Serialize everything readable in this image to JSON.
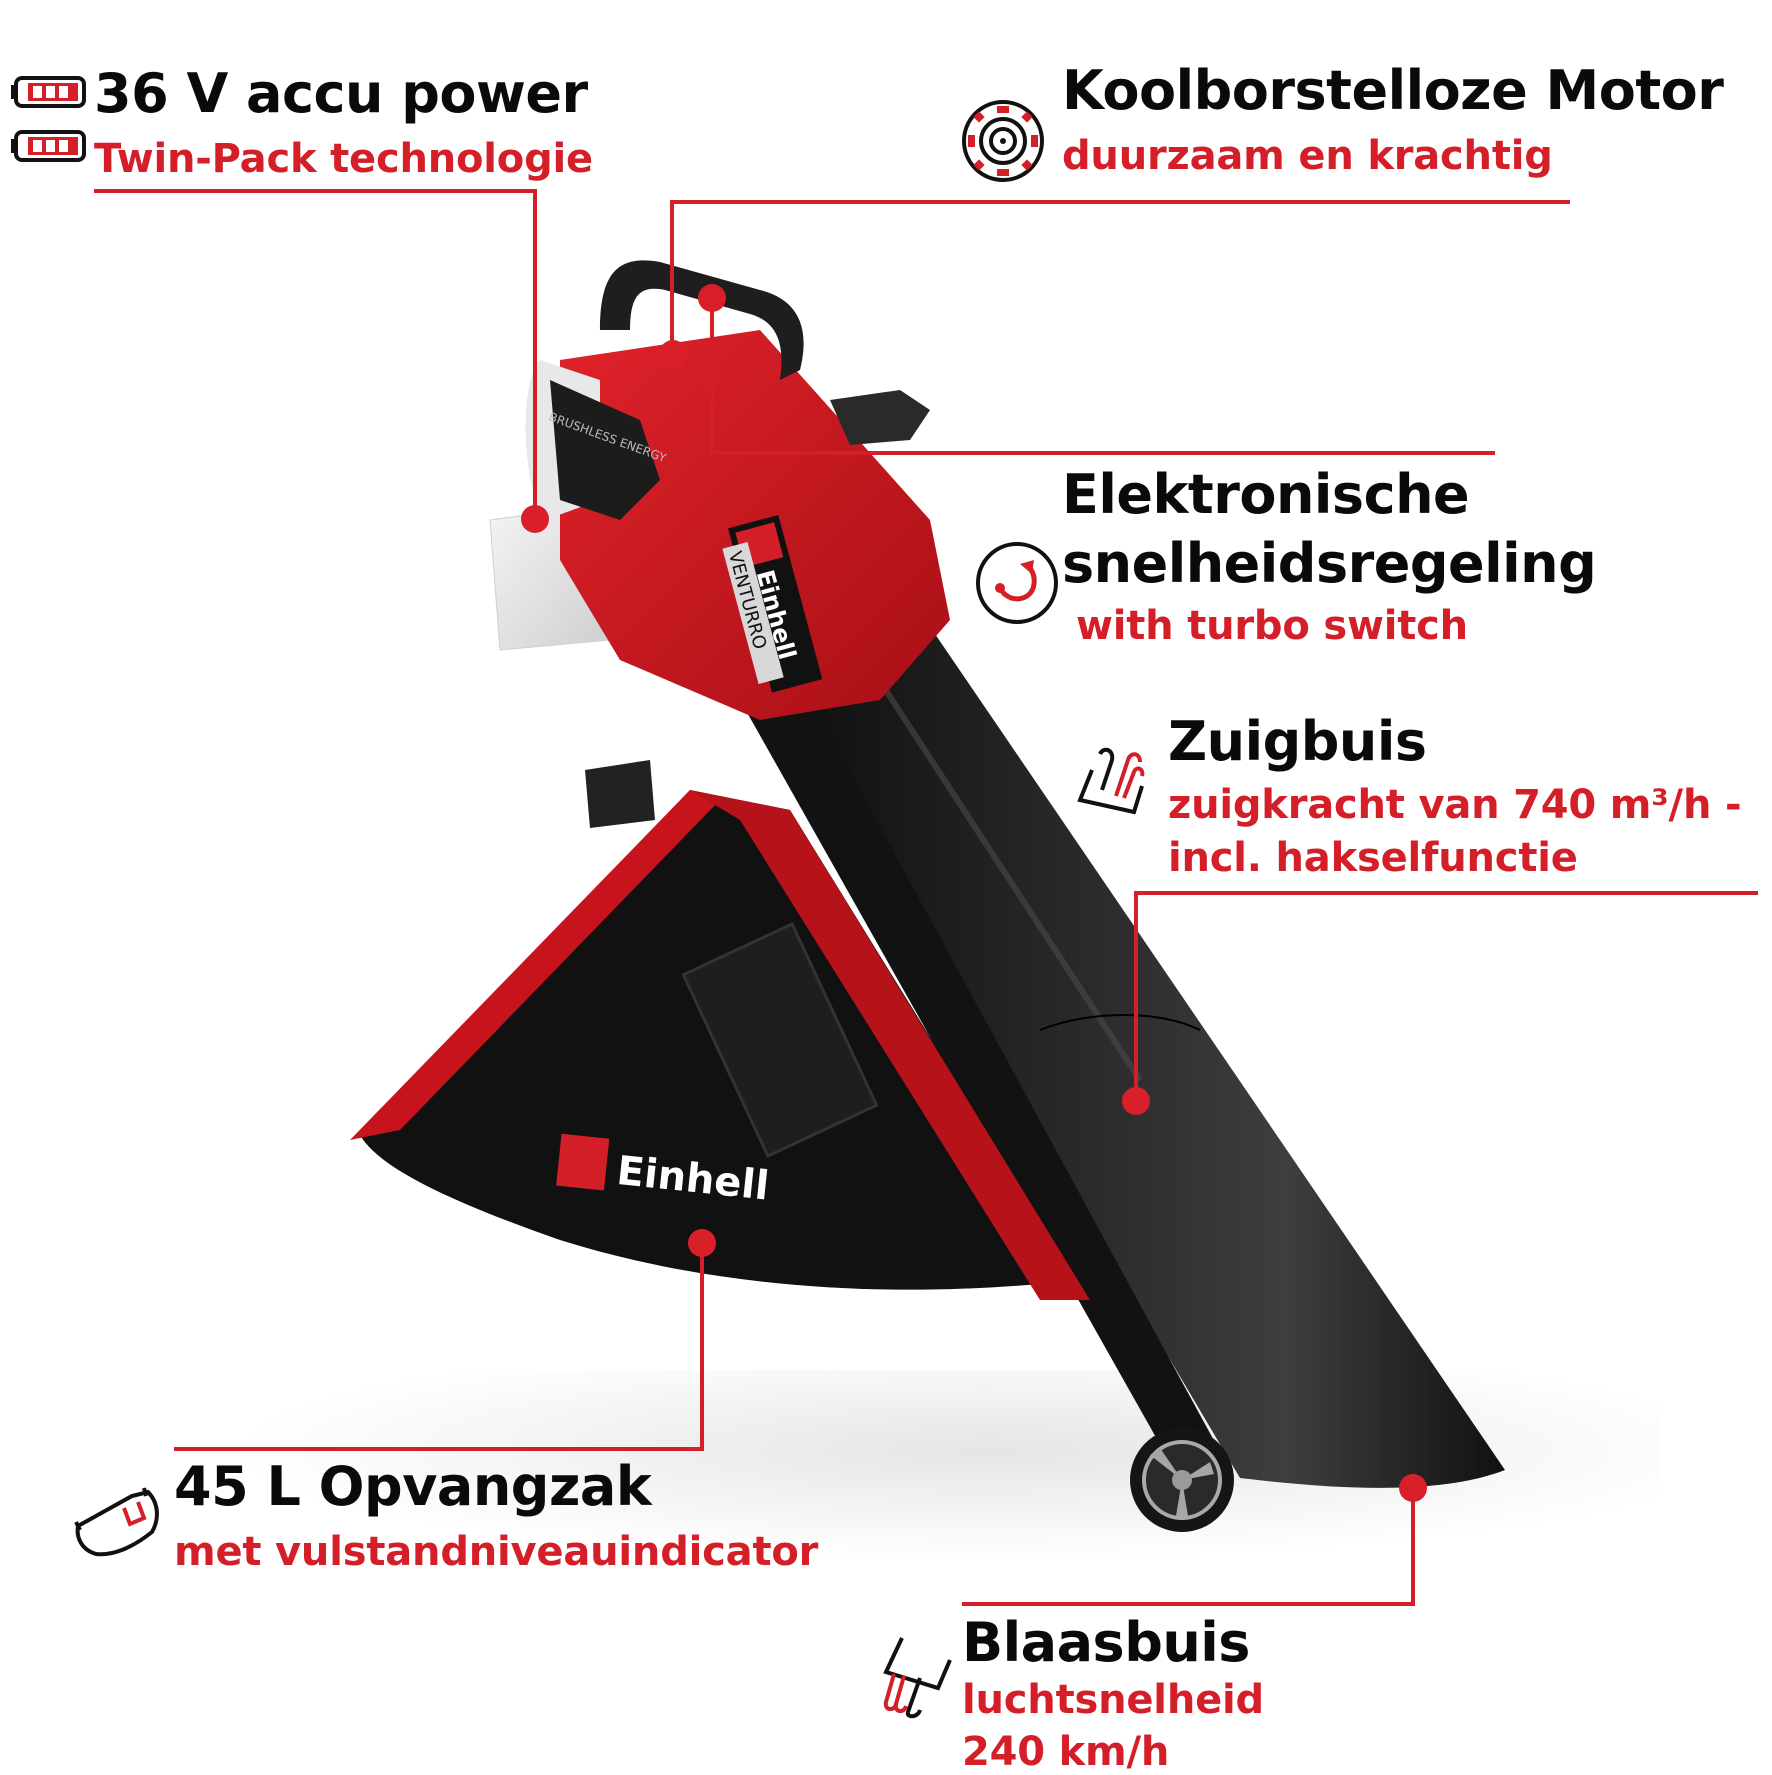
{
  "colors": {
    "accent_red": "#d41f28",
    "text_black": "#0a0a0a",
    "product_red": "#c8141c",
    "product_black": "#1a1a1a",
    "background": "#ffffff"
  },
  "product": {
    "brand": "Einhell",
    "model": "VENTURRO",
    "motor_label": "BRUSHLESS ENERGY",
    "type": "cordless leaf blower / vacuum"
  },
  "features": [
    {
      "id": "battery",
      "icon": "battery-icon",
      "title": "36 V accu power",
      "subtitle": "Twin-Pack technologie"
    },
    {
      "id": "motor",
      "icon": "brushless-motor-icon",
      "title": "Koolborstelloze Motor",
      "subtitle": "duurzaam en krachtig"
    },
    {
      "id": "speed",
      "icon": "speed-control-icon",
      "title_line1": "Elektronische",
      "title_line2": "snelheidsregeling",
      "subtitle": "with turbo switch"
    },
    {
      "id": "suction",
      "icon": "suction-tube-icon",
      "title": "Zuigbuis",
      "subtitle_line1": "zuigkracht van 740 m³/h -",
      "subtitle_line2": "incl. hakselfunctie"
    },
    {
      "id": "bag",
      "icon": "collection-bag-icon",
      "title": "45 L Opvangzak",
      "subtitle": "met vulstandniveauindicator"
    },
    {
      "id": "blow",
      "icon": "blow-tube-icon",
      "title": "Blaasbuis",
      "subtitle_line1": "luchtsnelheid",
      "subtitle_line2": "240 km/h"
    }
  ]
}
